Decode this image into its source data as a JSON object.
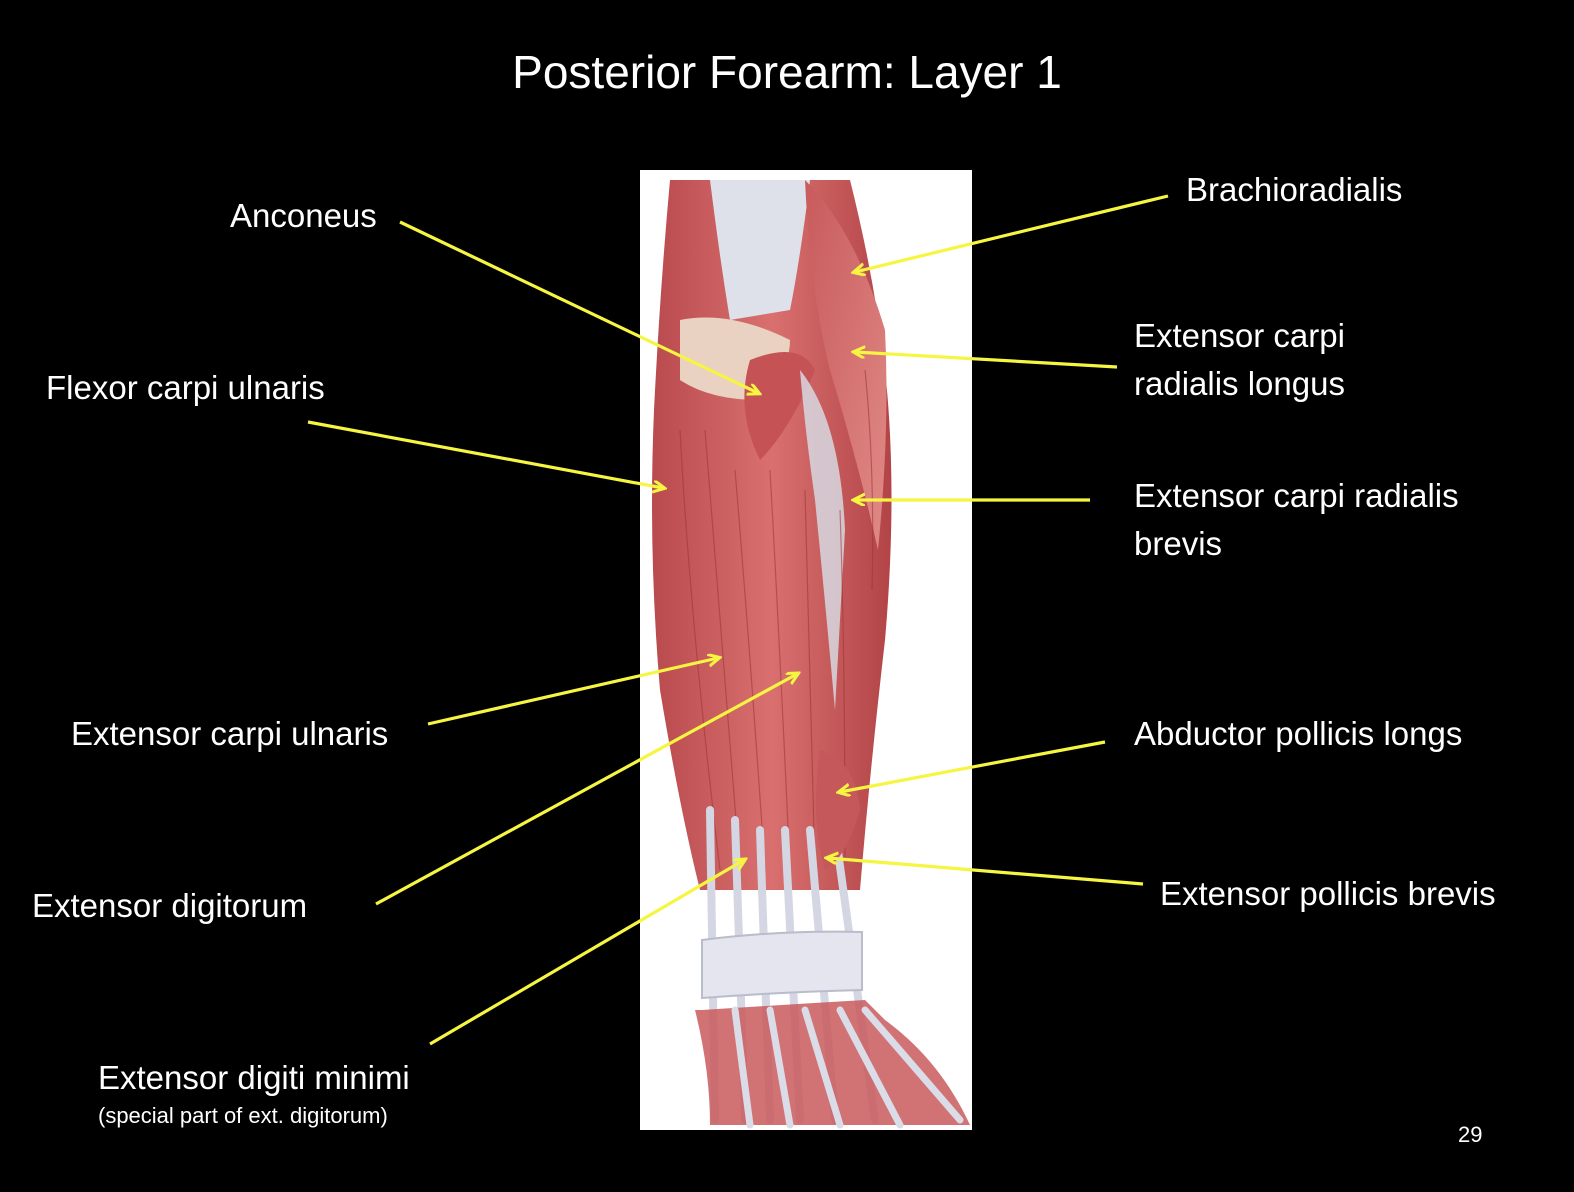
{
  "title": "Posterior Forearm: Layer 1",
  "labels": {
    "anconeus": "Anconeus",
    "flexor_carpi_ulnaris": "Flexor carpi ulnaris",
    "extensor_carpi_ulnaris": "Extensor carpi ulnaris",
    "extensor_digitorum": "Extensor digitorum",
    "extensor_digiti_minimi": "Extensor digiti minimi",
    "extensor_digiti_minimi_note": "(special part of ext. digitorum)",
    "brachioradialis": "Brachioradialis",
    "ecrl_line1": "Extensor carpi",
    "ecrl_line2": "radialis longus",
    "ecrb_line1": "Extensor carpi radialis",
    "ecrb_line2": "brevis",
    "abductor_pollicis": "Abductor pollicis longs",
    "extensor_pollicis_brevis": "Extensor pollicis brevis"
  },
  "page_number": "29",
  "colors": {
    "background": "#000000",
    "text": "#ffffff",
    "arrow": "#f5f542",
    "muscle": "#c9575a",
    "tendon": "#d8dbe6"
  }
}
